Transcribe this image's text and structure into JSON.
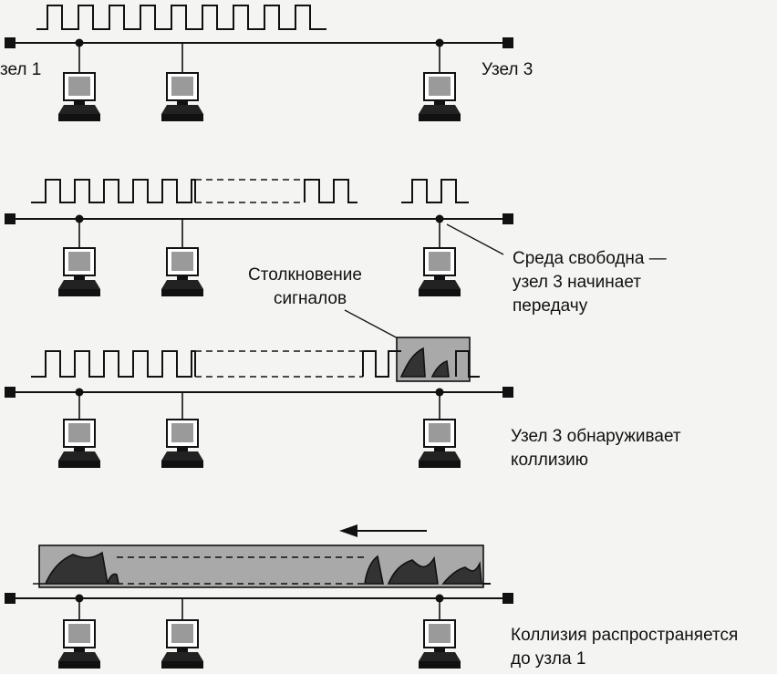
{
  "stage1": {
    "node1_label": "зел 1",
    "node3_label": "Узел 3"
  },
  "stage2": {
    "annotation_line1": "Среда свободна —",
    "annotation_line2": "узел 3 начинает",
    "annotation_line3": "передачу"
  },
  "stage3": {
    "collision_line1": "Столкновение",
    "collision_line2": "сигналов",
    "annotation_line1": "Узел 3 обнаруживает",
    "annotation_line2": "коллизию"
  },
  "stage4": {
    "annotation_line1": "Коллизия распространяется",
    "annotation_line2": "до узла 1"
  },
  "colors": {
    "line": "#111111",
    "collision_fill": "#a9a9a9",
    "monitor_screen": "#9a9a9a",
    "background": "#f4f4f2"
  }
}
